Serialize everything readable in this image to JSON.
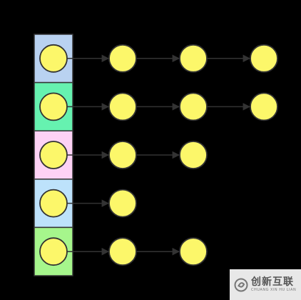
{
  "diagram": {
    "buckets": [
      {
        "color": "#b9d2f1",
        "chain_length": 3
      },
      {
        "color": "#66f2b0",
        "chain_length": 3
      },
      {
        "color": "#fdd2f5",
        "chain_length": 2
      },
      {
        "color": "#bde2fb",
        "chain_length": 1
      },
      {
        "color": "#a6f68c",
        "chain_length": 2
      }
    ],
    "node_fill": "#fcf76a",
    "node_stroke": "#333333",
    "edge_color": "#333333",
    "bucket_stroke": "#333333"
  },
  "watermark": {
    "main_text": "创新互联",
    "sub_text": "CHUANG XIN HU LIAN",
    "logo_icon": "swirl-logo-icon"
  }
}
